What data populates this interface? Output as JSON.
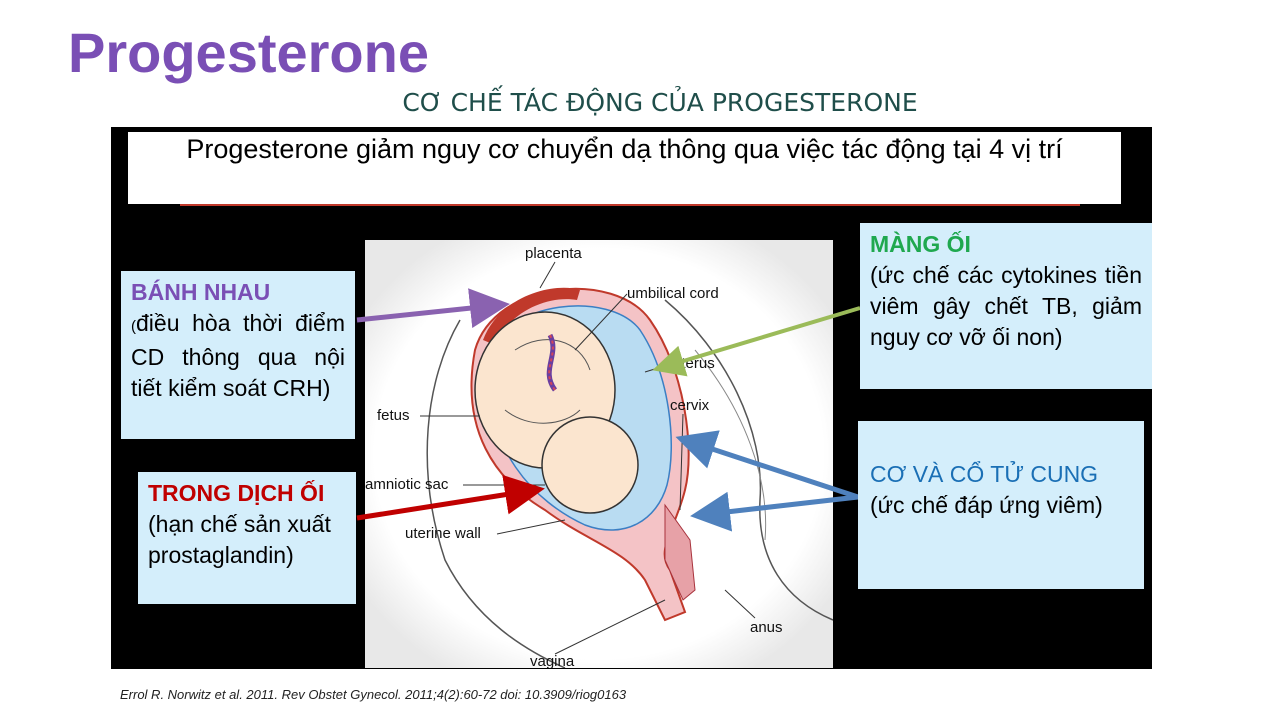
{
  "title": "Progesterone",
  "subtitle": "CƠ CHẾ TÁC ĐỘNG CỦA PROGESTERONE",
  "headline": "Progesterone giảm nguy cơ chuyển dạ thông qua việc tác động tại 4 vị trí",
  "boxes": {
    "placenta": {
      "heading": "BÁNH NHAU",
      "body_lead": "(",
      "body": "điều hòa thời điểm CD thông qua nội tiết kiểm soát CRH)",
      "heading_color": "#7a4fb5"
    },
    "amniotic": {
      "heading": "TRONG DỊCH ỐI",
      "body": "(hạn chế sản xuất prostaglandin)",
      "heading_color": "#c00000"
    },
    "membrane": {
      "heading": "MÀNG ỐI",
      "body": "(ức chế các cytokines tiền viêm gây chết TB, giảm nguy cơ vỡ ối non)",
      "heading_color": "#1fa84f"
    },
    "cervix": {
      "heading": "CƠ VÀ CỔ TỬ CUNG",
      "body": "(ức chế đáp ứng viêm)",
      "heading_color": "#1a6fb5"
    }
  },
  "diagram_labels": {
    "placenta": "placenta",
    "umbilical_cord": "umbilical cord",
    "uterus": "uterus",
    "cervix": "cervix",
    "fetus": "fetus",
    "amniotic_sac": "amniotic sac",
    "uterine_wall": "uterine wall",
    "anus": "anus",
    "vagina": "vagina"
  },
  "arrow_colors": {
    "placenta": "#8a62b0",
    "amniotic": "#c00000",
    "membrane": "#9bbb59",
    "cervix": "#4f81bd"
  },
  "citation": "Errol R. Norwitz et al. 2011. Rev Obstet Gynecol. 2011;4(2):60-72  doi: 10.3909/riog0163"
}
